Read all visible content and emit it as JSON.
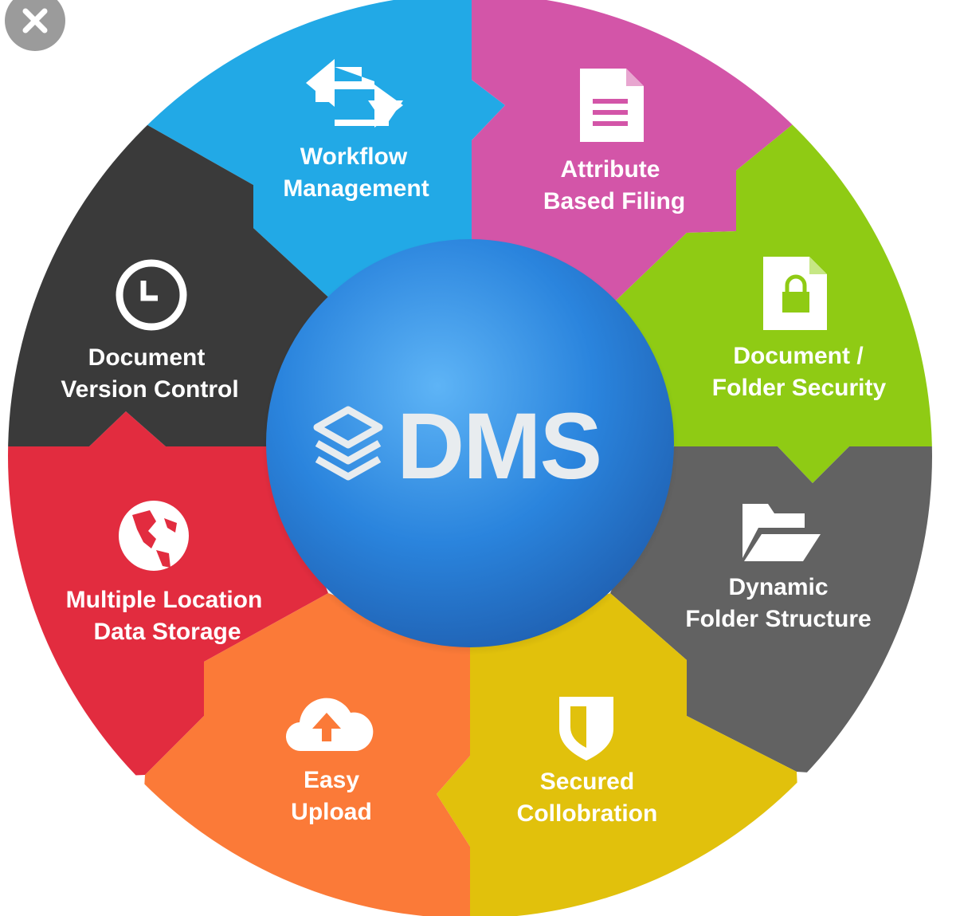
{
  "center": {
    "title": "DMS",
    "icon": "layers-icon"
  },
  "close_button": {
    "icon": "close-icon"
  },
  "segments": [
    {
      "id": "workflow",
      "line1": "Workflow",
      "line2": "Management",
      "icon": "swap-arrows-icon",
      "color": "#22a9e6"
    },
    {
      "id": "attribute",
      "line1": "Attribute",
      "line2": "Based Filing",
      "icon": "document-icon",
      "color": "#d355a8"
    },
    {
      "id": "security",
      "line1": "Document /",
      "line2": "Folder Security",
      "icon": "locked-document-icon",
      "color": "#8fcb14"
    },
    {
      "id": "folder",
      "line1": "Dynamic",
      "line2": "Folder Structure",
      "icon": "open-folder-icon",
      "color": "#626262"
    },
    {
      "id": "secured",
      "line1": "Secured",
      "line2": "Collobration",
      "icon": "shield-icon",
      "color": "#e1c10c"
    },
    {
      "id": "upload",
      "line1": "Easy",
      "line2": "Upload",
      "icon": "cloud-upload-icon",
      "color": "#fb7a38"
    },
    {
      "id": "storage",
      "line1": "Multiple Location",
      "line2": "Data Storage",
      "icon": "globe-icon",
      "color": "#e22c3f"
    },
    {
      "id": "version",
      "line1": "Document",
      "line2": "Version Control",
      "icon": "clock-icon",
      "color": "#3a3a3a"
    }
  ]
}
